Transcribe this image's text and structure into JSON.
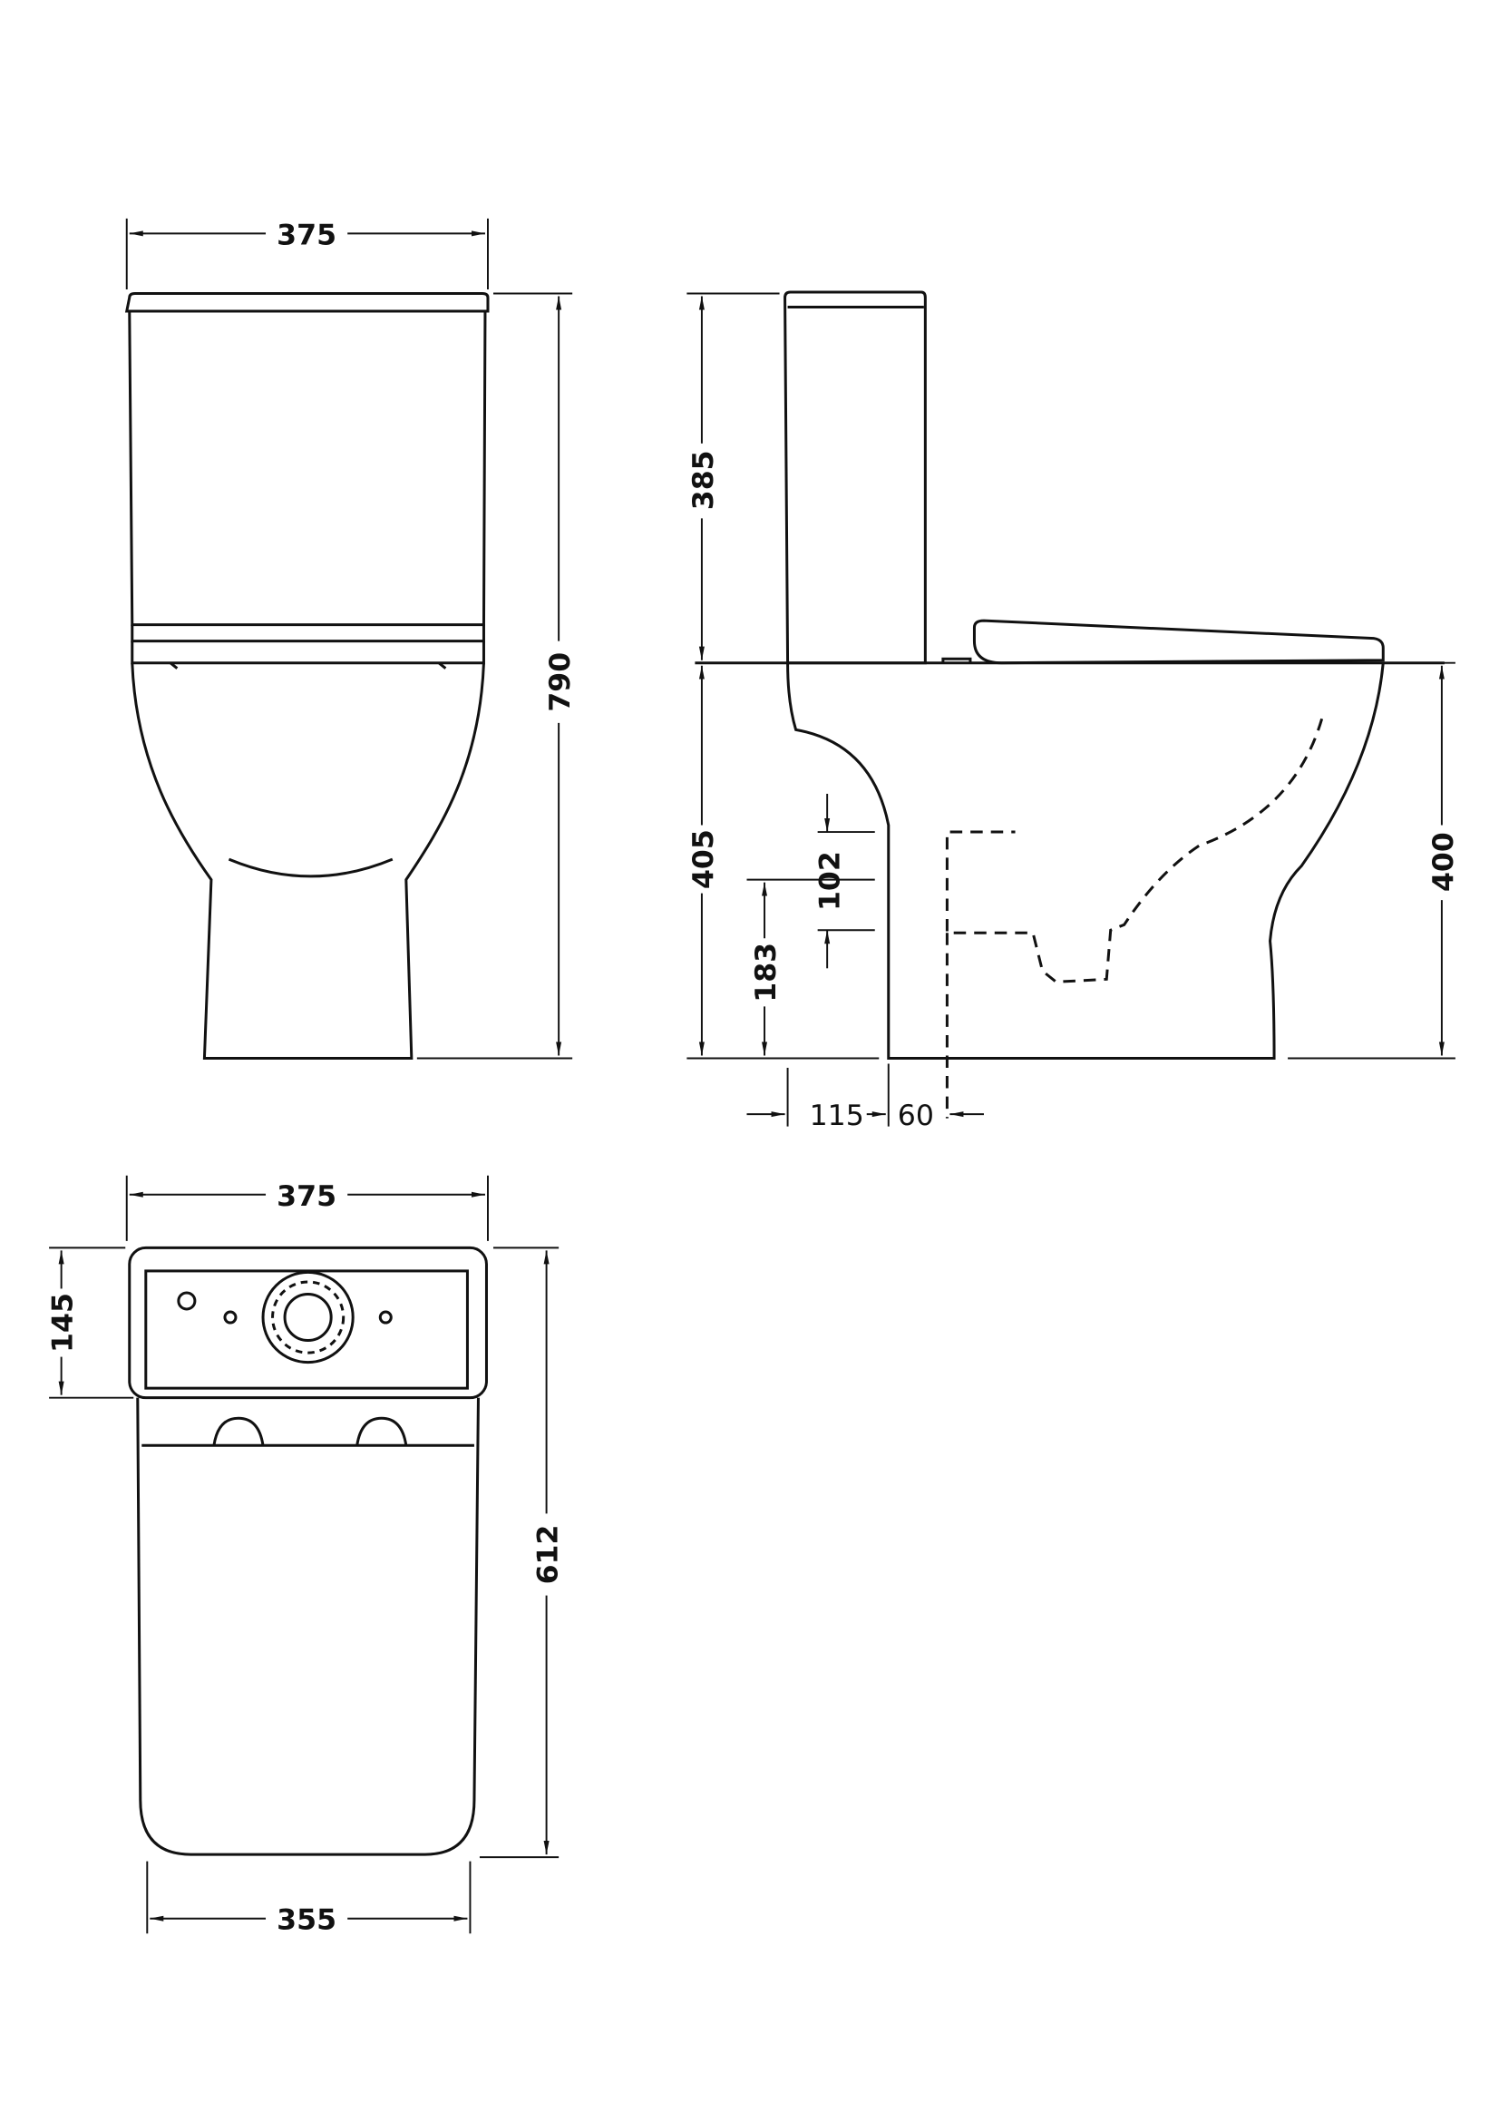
{
  "drawing": {
    "front_view": {
      "width_label": "375",
      "height_label": "790"
    },
    "side_view": {
      "cistern_height_label": "385",
      "pan_height_left_label": "405",
      "pan_height_right_label": "400",
      "outlet_diameter_label": "102",
      "outlet_centre_height_label": "183",
      "wall_to_pan_label": "115",
      "outlet_offset_label": "60"
    },
    "plan_view": {
      "cistern_width_label": "375",
      "cistern_depth_label": "145",
      "total_depth_label": "612",
      "pan_width_label": "355"
    }
  }
}
